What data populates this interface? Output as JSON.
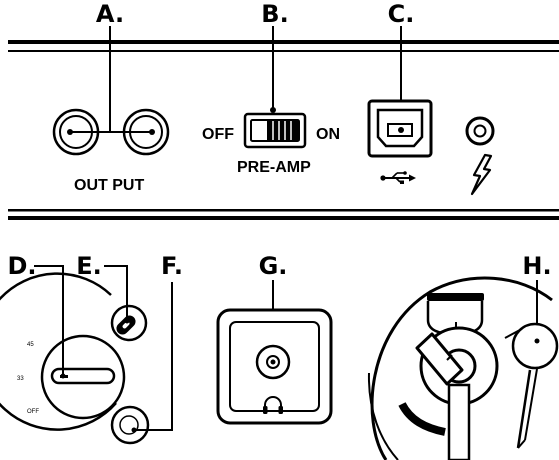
{
  "callouts": {
    "a": "A.",
    "b": "B.",
    "c": "C.",
    "d": "D.",
    "e": "E.",
    "f": "F.",
    "g": "G.",
    "h": "H."
  },
  "rear_panel": {
    "output_label": "OUT PUT",
    "preamp_off": "OFF",
    "preamp_on": "ON",
    "preamp_label": "PRE-AMP"
  },
  "speed_selector": {
    "speeds": [
      "45",
      "33",
      "OFF"
    ]
  },
  "icons": {
    "usb": "usb-symbol-icon",
    "power": "lightning-bolt-icon",
    "headphone": "headphones-icon"
  },
  "colors": {
    "ink": "#000000",
    "paper": "#ffffff"
  }
}
